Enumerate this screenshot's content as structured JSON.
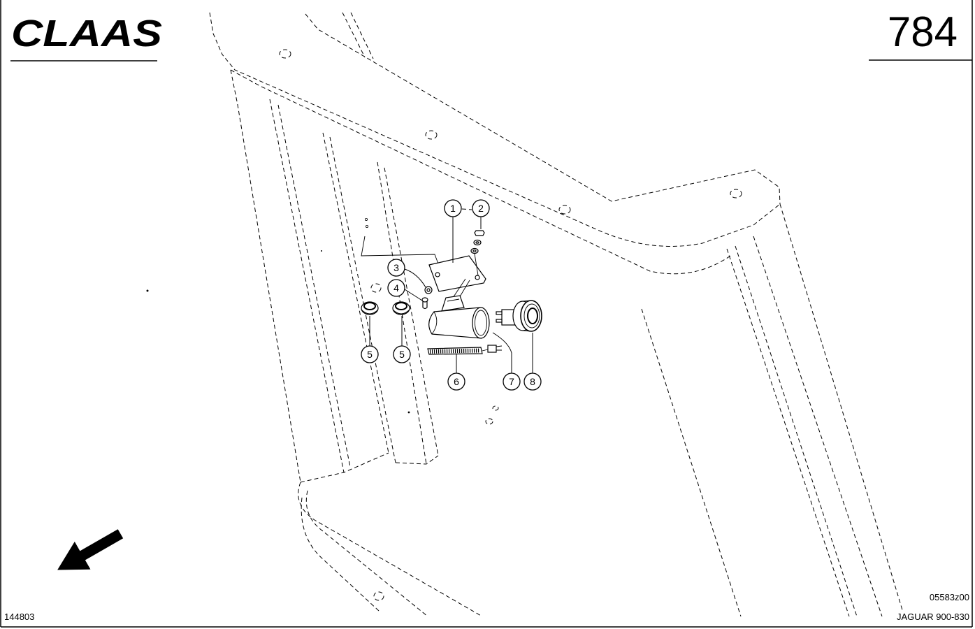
{
  "header": {
    "brand_logo": "CLAAS",
    "page_number": "784"
  },
  "diagram": {
    "callouts": [
      "1",
      "2",
      "3",
      "4",
      "5",
      "5",
      "6",
      "7",
      "8"
    ]
  },
  "footer": {
    "drawing_number": "144803",
    "figure_code": "05583z00",
    "model": "JAGUAR 900-830"
  },
  "colors": {
    "ink": "#000000",
    "paper": "#ffffff"
  }
}
